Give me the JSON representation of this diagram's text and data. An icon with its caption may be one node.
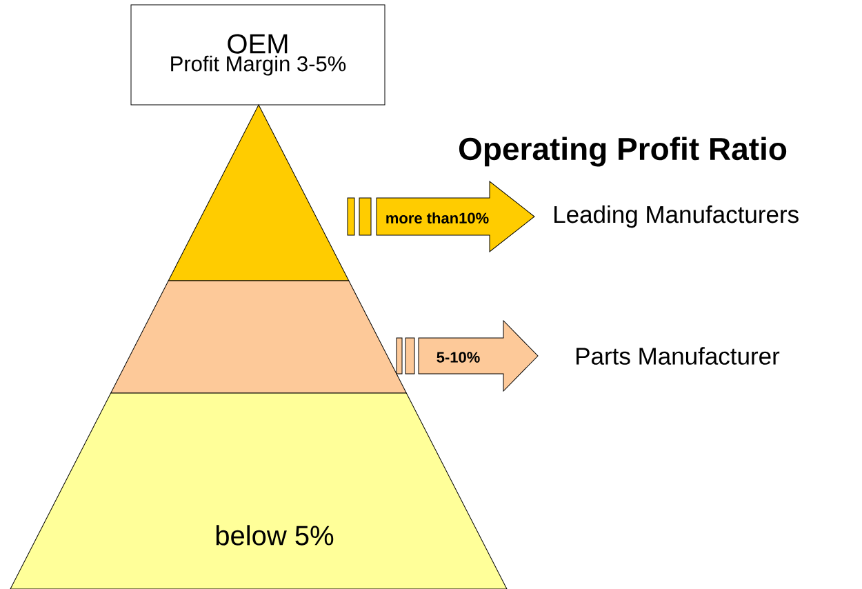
{
  "diagram": {
    "title": "Operating Profit Ratio",
    "nodes": [
      {
        "text": [
          "OEM",
          "Profit Margin 3-5%"
        ]
      },
      {
        "text": [],
        "shape": "triangle"
      },
      {
        "text": [],
        "shape": "trapezoid"
      },
      {
        "text": [
          "below 5%"
        ]
      },
      {
        "text": [
          "Leading Manufacturers"
        ]
      },
      {
        "text": [
          "Parts Manufacturer"
        ]
      }
    ],
    "edges": [
      {
        "from": 1,
        "to": 4,
        "arrow": "to",
        "label": "more than10%",
        "color": "#ffcc00"
      },
      {
        "from": 2,
        "to": 5,
        "arrow": "to",
        "label": "5-10%",
        "color": "#fdc999"
      }
    ]
  }
}
